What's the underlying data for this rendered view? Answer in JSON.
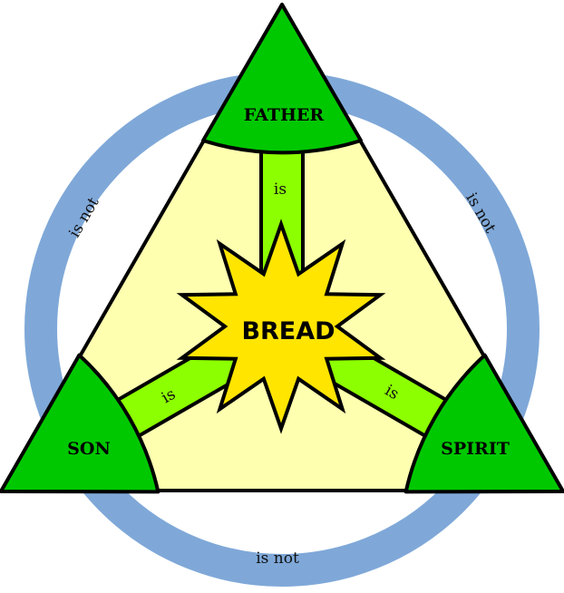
{
  "colors": {
    "ring": "#7fa8d8",
    "corner": "#00c800",
    "strip": "#8cff00",
    "inner": "#ffffb0",
    "star": "#ffe500"
  },
  "center": "BREAD",
  "persons": {
    "top": "FATHER",
    "left": "SON",
    "right": "SPIRIT"
  },
  "links": {
    "is": "is",
    "is_not": "is not"
  }
}
